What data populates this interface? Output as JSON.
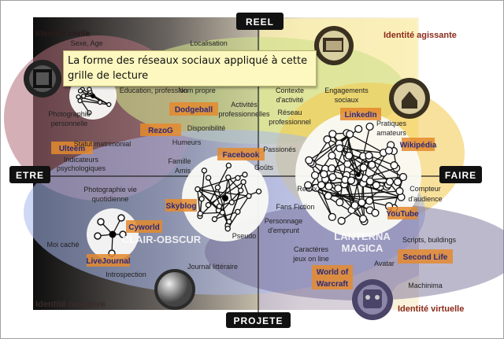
{
  "axes": {
    "top": "REEL",
    "left": "ETRE",
    "right": "FAIRE",
    "bottom": "PROJETE"
  },
  "zones": {
    "top_left": "Identité civile",
    "top_right": "Identité agissante",
    "bottom_left": "Identité narrative",
    "bottom_right": "Identité virtuelle"
  },
  "regions": [
    "CLAIR-OBSCUR",
    "LANTERNA",
    "MAGICA"
  ],
  "tooltip": "La forme des réseaux sociaux appliqué à cette grille de lecture",
  "labels": [
    "Education, profession",
    "Nom propre",
    "Disponibilité",
    "Humeurs",
    "Photographie",
    "personnelle",
    "Statut matrimonial",
    "Indicateurs",
    "psychologiques",
    "Activités",
    "professionnelles",
    "Contexte",
    "d'activité",
    "Engagements",
    "sociaux",
    "Réseau",
    "professionnel",
    "Pratiques",
    "amateurs",
    "Passionés",
    "Goûts",
    "Famille",
    "Amis",
    "Photographie vie",
    "quotidienne",
    "Moi caché",
    "Introspection",
    "Journal littéraire",
    "Remix",
    "Fans Fiction",
    "Personnage",
    "d'emprunt",
    "Compteur",
    "d'audience",
    "Scripts, buildings",
    "Caractères",
    "jeux on line",
    "Avatar",
    "Machinima",
    "Pseudo",
    "Localisation",
    "Sexe, Age"
  ],
  "services": [
    "Dodgeball",
    "RezoG",
    "Ulteem",
    "LinkedIn",
    "Wikipédia",
    "Facebook",
    "Skyblog",
    "Cyworld",
    "LiveJournal",
    "YouTube",
    "Second Life",
    "World of",
    "Warcraft"
  ],
  "colors": {
    "axis": "#111111",
    "service_box": "#e48a2e",
    "zone_title": "#8b2a1a",
    "tooltip": "#fdf8bf"
  }
}
